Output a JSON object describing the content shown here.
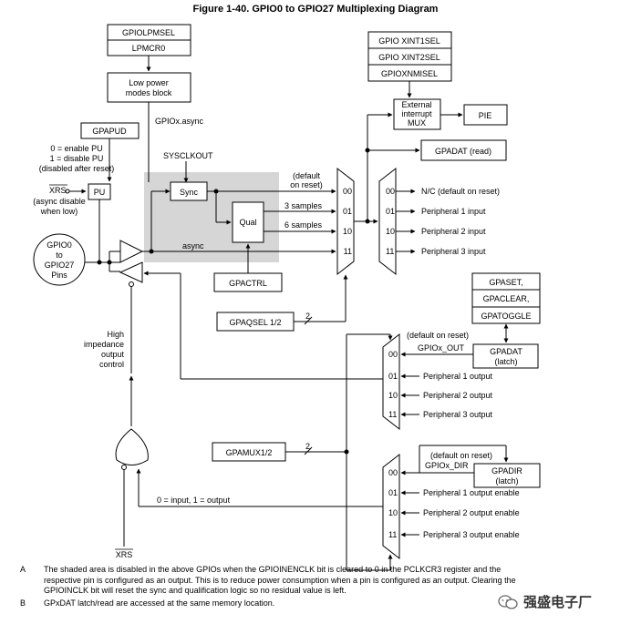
{
  "title": "Figure 1-40. GPIO0 to GPIO27 Multiplexing Diagram",
  "blocks": {
    "gpiolpmsel": "GPIOLPMSEL",
    "lpmcr0": "LPMCR0",
    "lpm_line1": "Low power",
    "lpm_line2": "modes block",
    "gpapud": "GPAPUD",
    "pu": "PU",
    "pin_line1": "GPIO0",
    "pin_line2": "to",
    "pin_line3": "GPIO27",
    "pin_line4": "Pins",
    "sync": "Sync",
    "qual": "Qual",
    "gpactrl": "GPACTRL",
    "gpaqsel": "GPAQSEL 1/2",
    "gpamux": "GPAMUX1/2",
    "xint1": "GPIO XINT1SEL",
    "xint2": "GPIO XINT2SEL",
    "xnmi": "GPIOXNMISEL",
    "ext_line1": "External",
    "ext_line2": "interrupt",
    "ext_line3": "MUX",
    "pie": "PIE",
    "gpadat_read": "GPADAT (read)",
    "gpaset": "GPASET,",
    "gpaclear": "GPACLEAR,",
    "gpatoggle": "GPATOGGLE",
    "gpadat_latch_line1": "GPADAT",
    "gpadat_latch_line2": "(latch)",
    "gpadir_line1": "GPADIR",
    "gpadir_line2": "(latch)"
  },
  "labels": {
    "gpiox_async": "GPIOx.async",
    "sysclkout": "SYSCLKOUT",
    "pu_enable": "0 = enable PU",
    "pu_disable": "1 = disable PU",
    "pu_after_reset": "(disabled after reset)",
    "xrs_pu": "XRS",
    "async_disable_1": "(async disable",
    "async_disable_2": "when low)",
    "default_reset_1": "(default",
    "default_reset_2": "on reset)",
    "three_samples": "3 samples",
    "six_samples": "6 samples",
    "async": "async",
    "qsel_width": "2",
    "mux_width": "2",
    "hiz_1": "High",
    "hiz_2": "impedance",
    "hiz_3": "output",
    "hiz_4": "control",
    "input_output": "0 = input, 1 = output",
    "xrs_bottom": "XRS",
    "out_default": "(default on reset)",
    "gpiox_out": "GPIOx_OUT",
    "dir_default": "(default on reset)",
    "gpiox_dir": "GPIOx_DIR"
  },
  "qual_mux_inputs": [
    "00",
    "01",
    "10",
    "11"
  ],
  "input_demux": {
    "codes": [
      "00",
      "01",
      "10",
      "11"
    ],
    "outputs": [
      "N/C (default on reset)",
      "Peripheral 1 input",
      "Peripheral 2 input",
      "Peripheral 3 input"
    ]
  },
  "output_mux": {
    "codes": [
      "00",
      "01",
      "10",
      "11"
    ],
    "inputs": [
      "",
      "Peripheral 1 output",
      "Peripheral 2 output",
      "Peripheral 3 output"
    ]
  },
  "dir_mux": {
    "codes": [
      "00",
      "01",
      "10",
      "11"
    ],
    "inputs": [
      "",
      "Peripheral 1 output enable",
      "Peripheral 2 output enable",
      "Peripheral 3 output enable"
    ]
  },
  "notes": [
    {
      "letter": "A",
      "text": "The shaded area is disabled in the above GPIOs when the GPIOINENCLK bit is cleared to 0 in the PCLKCR3 register and the respective pin is configured as an output. This is to reduce power consumption when a pin is configured as an output. Clearing the GPIOINCLK bit will reset the sync and qualification logic so no residual value is left."
    },
    {
      "letter": "B",
      "text": "GPxDAT latch/read are accessed at the same memory location."
    }
  ],
  "watermark": "强盛电子厂",
  "colors": {
    "shade": "#d6d6d6",
    "line": "#000000"
  }
}
